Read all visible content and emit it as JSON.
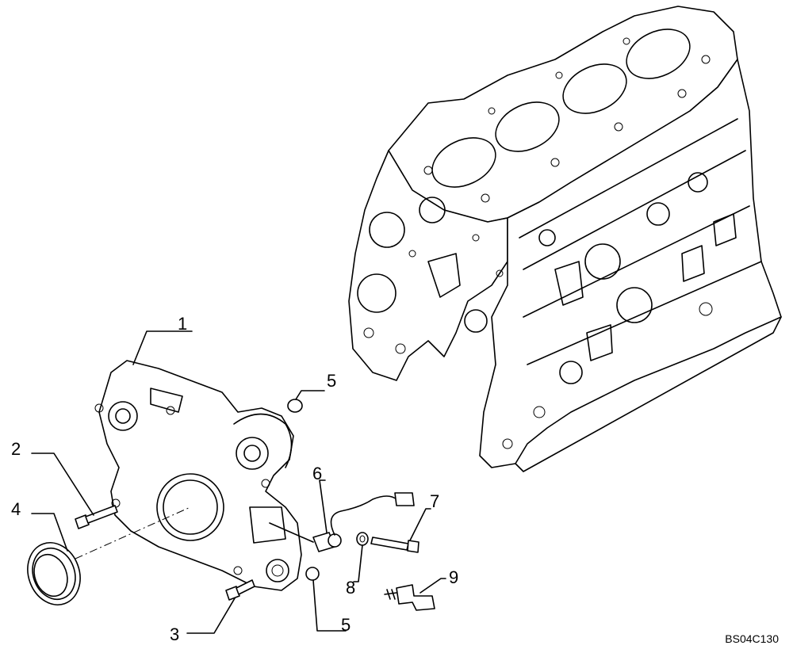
{
  "callouts": [
    {
      "id": "c1",
      "label": "1"
    },
    {
      "id": "c2",
      "label": "2"
    },
    {
      "id": "c3",
      "label": "3"
    },
    {
      "id": "c4",
      "label": "4"
    },
    {
      "id": "c5a",
      "label": "5"
    },
    {
      "id": "c5b",
      "label": "5"
    },
    {
      "id": "c6",
      "label": "6"
    },
    {
      "id": "c7",
      "label": "7"
    },
    {
      "id": "c8",
      "label": "8"
    },
    {
      "id": "c9",
      "label": "9"
    }
  ],
  "reference_code": "BS04C130"
}
